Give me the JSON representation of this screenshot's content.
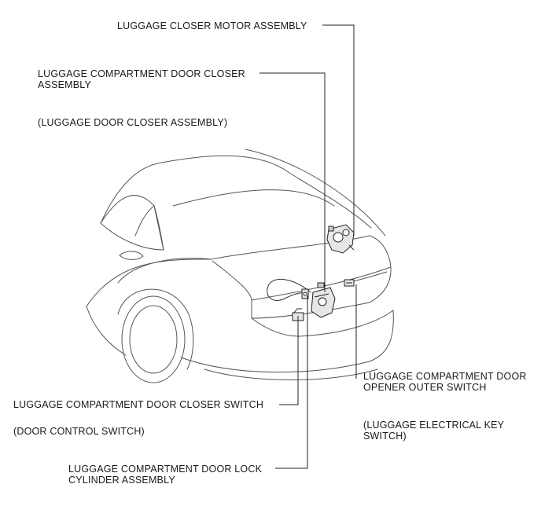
{
  "labels": {
    "motor": [
      "LUGGAGE CLOSER MOTOR ASSEMBLY"
    ],
    "door_closer": [
      "LUGGAGE COMPARTMENT DOOR CLOSER",
      "ASSEMBLY"
    ],
    "door_closer_alt": [
      "(LUGGAGE DOOR CLOSER ASSEMBLY)"
    ],
    "opener_switch": [
      "LUGGAGE COMPARTMENT DOOR",
      "OPENER OUTER SWITCH"
    ],
    "opener_switch_alt": [
      "(LUGGAGE ELECTRICAL KEY",
      "SWITCH)"
    ],
    "closer_switch": [
      "LUGGAGE COMPARTMENT DOOR CLOSER SWITCH"
    ],
    "closer_switch_alt": [
      "(DOOR CONTROL SWITCH)"
    ],
    "lock_cylinder": [
      "LUGGAGE COMPARTMENT DOOR LOCK",
      "CYLINDER ASSEMBLY"
    ]
  },
  "colors": {
    "line": "#222222",
    "car_outline": "#555555",
    "part_fill": "#e6e6e6"
  }
}
